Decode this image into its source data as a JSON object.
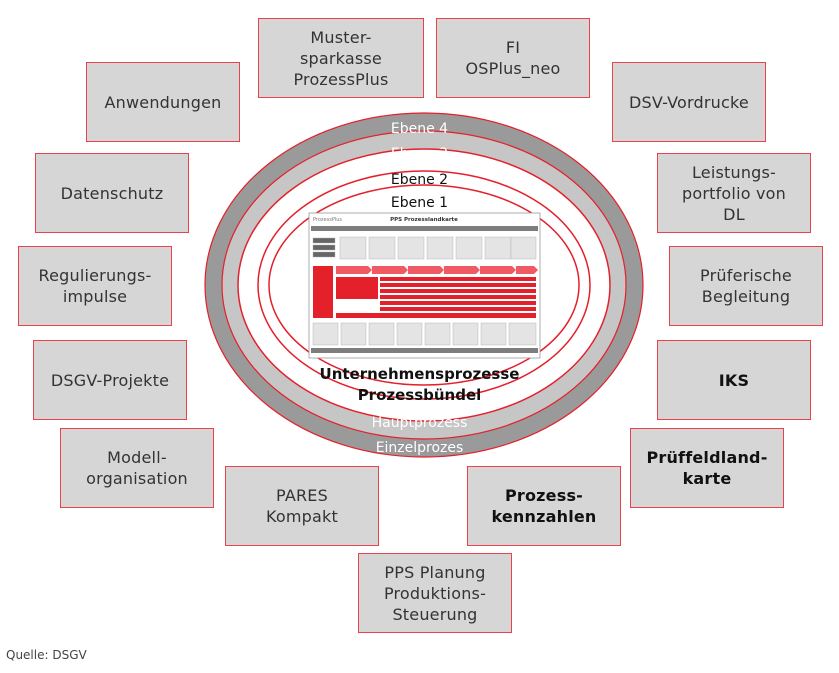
{
  "boxes": [
    {
      "id": "mustersparkasse",
      "text": "Muster-\nsparkasse\nProzessPlus"
    },
    {
      "id": "fi-osplus",
      "text": "FI\nOSPlus_neo"
    },
    {
      "id": "anwendungen",
      "text": "Anwendungen"
    },
    {
      "id": "dsv-vordrucke",
      "text": "DSV-Vordrucke"
    },
    {
      "id": "datenschutz",
      "text": "Datenschutz"
    },
    {
      "id": "leistungsportfolio",
      "text": "Leistungs-\nportfolio von\nDL"
    },
    {
      "id": "regulierungsimpulse",
      "text": "Regulierungs-\nimpulse"
    },
    {
      "id": "prueferische",
      "text": "Prüferische\nBegleitung"
    },
    {
      "id": "dsgv-projekte",
      "text": "DSGV-Projekte"
    },
    {
      "id": "iks",
      "text": "IKS"
    },
    {
      "id": "modellorganisation",
      "text": "Modell-\norganisation"
    },
    {
      "id": "prueffeld",
      "text": "Prüffeldland-\nkarte"
    },
    {
      "id": "pares",
      "text": "PARES\nKompakt"
    },
    {
      "id": "prozesskennzahlen",
      "text": "Prozess-\nkennzahlen"
    },
    {
      "id": "pps-planung",
      "text": "PPS Planung\nProduktions-\nSteuerung"
    }
  ],
  "levels": {
    "ebene4": "Ebene 4",
    "ebene3": "Ebene 3",
    "ebene2": "Ebene 2",
    "ebene1": "Ebene 1",
    "unternehmensprozesse": "Unternehmensprozesse",
    "prozessbuendel": "Prozessbündel",
    "hauptprozess": "Hauptprozess",
    "einzelprozes": "Einzelprozes"
  },
  "processmap": {
    "logo": "ProzessPlus",
    "title": "PPS Prozesslandkarte"
  },
  "source": "Quelle: DSGV",
  "colors": {
    "accent_red": "#e4202a",
    "border_red": "#e8424c",
    "ring_dark_gray": "#9a9a9a",
    "ring_light_gray": "#c6c6c6",
    "box_gray": "#d6d6d6"
  }
}
